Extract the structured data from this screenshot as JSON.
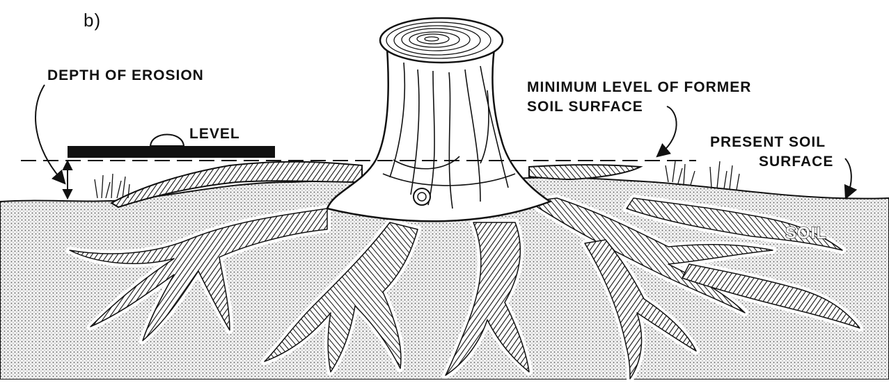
{
  "panel_label": "b)",
  "labels": {
    "depth_of_erosion": "DEPTH OF EROSION",
    "level": "LEVEL",
    "min_level_line1": "MINIMUM LEVEL OF FORMER",
    "min_level_line2": "SOIL SURFACE",
    "present_line1": "PRESENT SOIL",
    "present_line2": "SURFACE",
    "soil": "SOIL"
  },
  "colors": {
    "ink": "#111111",
    "soil_dot": "#6a6a6a",
    "background": "#ffffff"
  }
}
